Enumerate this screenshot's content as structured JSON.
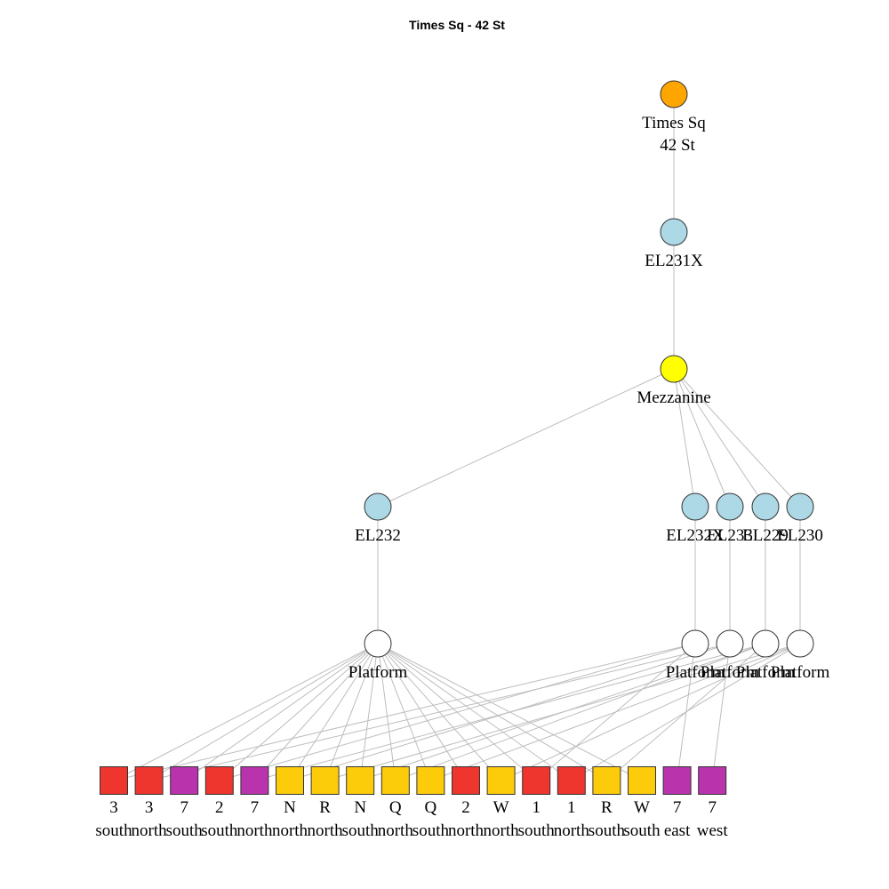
{
  "title": "Times Sq - 42 St",
  "colors": {
    "station": "#FFA500",
    "elevator": "#ADD8E6",
    "mezzanine": "#FFFF00",
    "platform": "#FFFFFF",
    "line_123": "#EE352E",
    "line_7": "#B933AD",
    "line_NQRW": "#FCCC0A",
    "edge": "#BDBDBD"
  },
  "nodes": [
    {
      "id": "station",
      "kind": "circle",
      "color": "station",
      "label_lines": [
        "Times Sq",
        "42 St"
      ]
    },
    {
      "id": "el231x",
      "kind": "circle",
      "color": "elevator",
      "label_lines": [
        "EL231X"
      ]
    },
    {
      "id": "mezz",
      "kind": "circle",
      "color": "mezzanine",
      "label_lines": [
        "Mezzanine"
      ]
    },
    {
      "id": "el232",
      "kind": "circle",
      "color": "elevator",
      "label_lines": [
        "EL232"
      ]
    },
    {
      "id": "el232x",
      "kind": "circle",
      "color": "elevator",
      "label_lines": [
        "EL232X"
      ]
    },
    {
      "id": "el233",
      "kind": "circle",
      "color": "elevator",
      "label_lines": [
        "EL233"
      ]
    },
    {
      "id": "el229",
      "kind": "circle",
      "color": "elevator",
      "label_lines": [
        "EL229"
      ]
    },
    {
      "id": "el230",
      "kind": "circle",
      "color": "elevator",
      "label_lines": [
        "EL230"
      ]
    },
    {
      "id": "p0",
      "kind": "circle",
      "color": "platform",
      "label_lines": [
        "Platform"
      ]
    },
    {
      "id": "p1",
      "kind": "circle",
      "color": "platform",
      "label_lines": [
        "Platform"
      ]
    },
    {
      "id": "p2",
      "kind": "circle",
      "color": "platform",
      "label_lines": [
        "Platform"
      ]
    },
    {
      "id": "p3",
      "kind": "circle",
      "color": "platform",
      "label_lines": [
        "Platform"
      ]
    },
    {
      "id": "p4",
      "kind": "circle",
      "color": "platform",
      "label_lines": [
        "Platform"
      ]
    },
    {
      "id": "r0",
      "kind": "square",
      "color": "line_123",
      "label_lines": [
        "3",
        "south"
      ]
    },
    {
      "id": "r1",
      "kind": "square",
      "color": "line_123",
      "label_lines": [
        "3",
        "north"
      ]
    },
    {
      "id": "r2",
      "kind": "square",
      "color": "line_7",
      "label_lines": [
        "7",
        "south"
      ]
    },
    {
      "id": "r3",
      "kind": "square",
      "color": "line_123",
      "label_lines": [
        "2",
        "south"
      ]
    },
    {
      "id": "r4",
      "kind": "square",
      "color": "line_7",
      "label_lines": [
        "7",
        "north"
      ]
    },
    {
      "id": "r5",
      "kind": "square",
      "color": "line_NQRW",
      "label_lines": [
        "N",
        "north"
      ]
    },
    {
      "id": "r6",
      "kind": "square",
      "color": "line_NQRW",
      "label_lines": [
        "R",
        "north"
      ]
    },
    {
      "id": "r7",
      "kind": "square",
      "color": "line_NQRW",
      "label_lines": [
        "N",
        "south"
      ]
    },
    {
      "id": "r8",
      "kind": "square",
      "color": "line_NQRW",
      "label_lines": [
        "Q",
        "north"
      ]
    },
    {
      "id": "r9",
      "kind": "square",
      "color": "line_NQRW",
      "label_lines": [
        "Q",
        "south"
      ]
    },
    {
      "id": "r10",
      "kind": "square",
      "color": "line_123",
      "label_lines": [
        "2",
        "north"
      ]
    },
    {
      "id": "r11",
      "kind": "square",
      "color": "line_NQRW",
      "label_lines": [
        "W",
        "north"
      ]
    },
    {
      "id": "r12",
      "kind": "square",
      "color": "line_123",
      "label_lines": [
        "1",
        "south"
      ]
    },
    {
      "id": "r13",
      "kind": "square",
      "color": "line_123",
      "label_lines": [
        "1",
        "north"
      ]
    },
    {
      "id": "r14",
      "kind": "square",
      "color": "line_NQRW",
      "label_lines": [
        "R",
        "south"
      ]
    },
    {
      "id": "r15",
      "kind": "square",
      "color": "line_NQRW",
      "label_lines": [
        "W",
        "south"
      ]
    },
    {
      "id": "r16",
      "kind": "square",
      "color": "line_7",
      "label_lines": [
        "7",
        "east"
      ]
    },
    {
      "id": "r17",
      "kind": "square",
      "color": "line_7",
      "label_lines": [
        "7",
        "west"
      ]
    }
  ],
  "edges": [
    [
      "station",
      "el231x"
    ],
    [
      "el231x",
      "mezz"
    ],
    [
      "mezz",
      "el232"
    ],
    [
      "mezz",
      "el232x"
    ],
    [
      "mezz",
      "el233"
    ],
    [
      "mezz",
      "el229"
    ],
    [
      "mezz",
      "el230"
    ],
    [
      "el232",
      "p0"
    ],
    [
      "el232x",
      "p1"
    ],
    [
      "el233",
      "p2"
    ],
    [
      "el229",
      "p3"
    ],
    [
      "el230",
      "p4"
    ],
    [
      "p0",
      "r0"
    ],
    [
      "p0",
      "r1"
    ],
    [
      "p0",
      "r2"
    ],
    [
      "p0",
      "r3"
    ],
    [
      "p0",
      "r4"
    ],
    [
      "p0",
      "r5"
    ],
    [
      "p0",
      "r6"
    ],
    [
      "p0",
      "r7"
    ],
    [
      "p0",
      "r8"
    ],
    [
      "p0",
      "r9"
    ],
    [
      "p0",
      "r10"
    ],
    [
      "p0",
      "r11"
    ],
    [
      "p0",
      "r12"
    ],
    [
      "p0",
      "r13"
    ],
    [
      "p0",
      "r14"
    ],
    [
      "p0",
      "r15"
    ],
    [
      "p1",
      "r0"
    ],
    [
      "p1",
      "r3"
    ],
    [
      "p1",
      "r12"
    ],
    [
      "p1",
      "r16"
    ],
    [
      "p2",
      "r1"
    ],
    [
      "p2",
      "r5"
    ],
    [
      "p2",
      "r17"
    ],
    [
      "p3",
      "r4"
    ],
    [
      "p3",
      "r7"
    ],
    [
      "p3",
      "r8"
    ],
    [
      "p3",
      "r14"
    ],
    [
      "p4",
      "r6"
    ],
    [
      "p4",
      "r9"
    ],
    [
      "p4",
      "r11"
    ],
    [
      "p4",
      "r13"
    ]
  ]
}
